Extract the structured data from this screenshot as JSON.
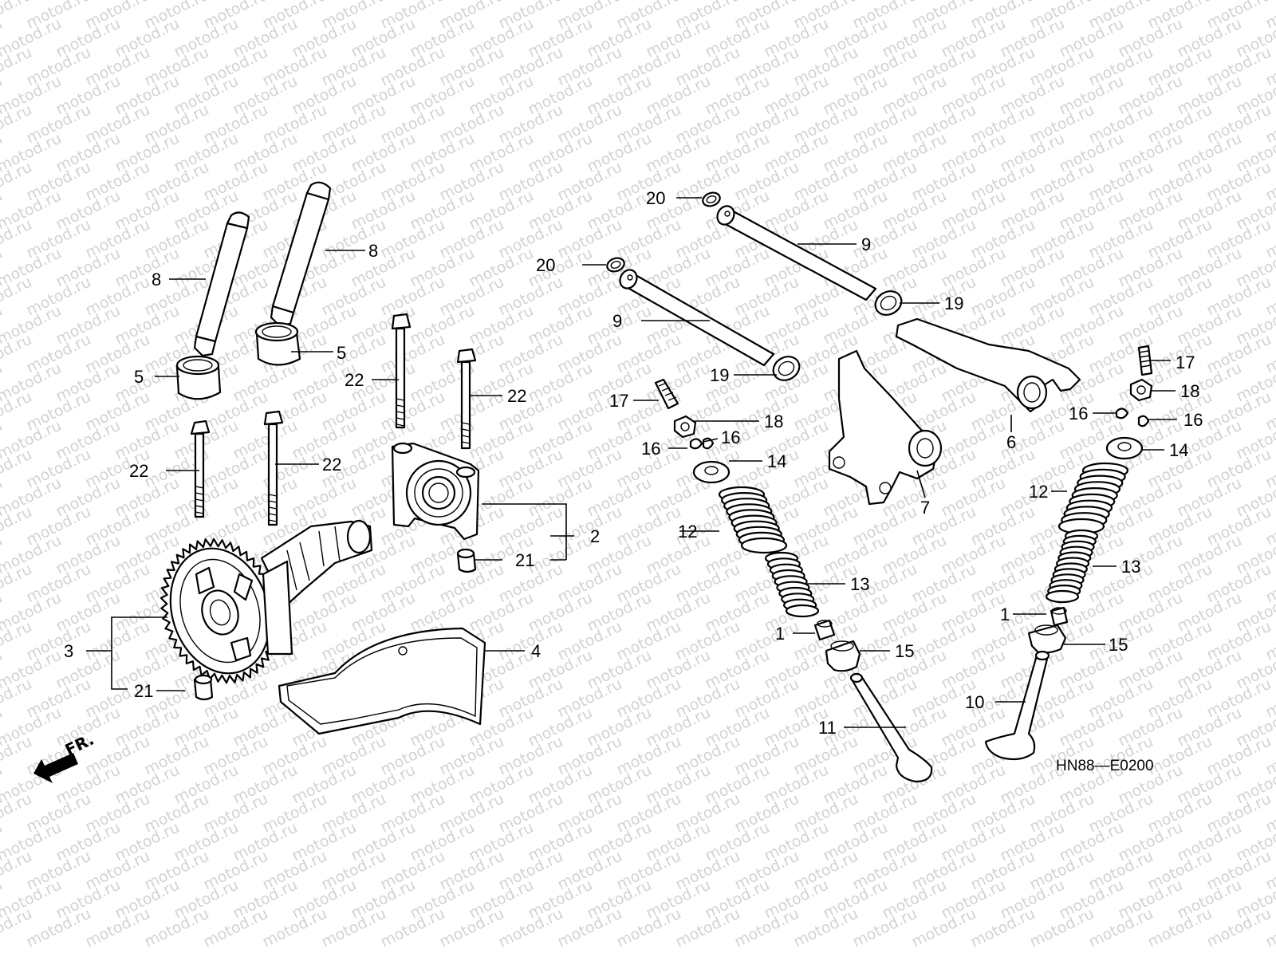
{
  "watermark": "motod.ru",
  "diagram_code": "HN88—E0200",
  "front_marker": "FR.",
  "callouts": {
    "c1a": "1",
    "c1b": "1",
    "c2": "2",
    "c3": "3",
    "c4": "4",
    "c5a": "5",
    "c5b": "5",
    "c6": "6",
    "c7": "7",
    "c8a": "8",
    "c8b": "8",
    "c9a": "9",
    "c9b": "9",
    "c10": "10",
    "c11": "11",
    "c12a": "12",
    "c12b": "12",
    "c13a": "13",
    "c13b": "13",
    "c14a": "14",
    "c14b": "14",
    "c15a": "15",
    "c15b": "15",
    "c16a": "16",
    "c16b": "16",
    "c16c": "16",
    "c16d": "16",
    "c17a": "17",
    "c17b": "17",
    "c18a": "18",
    "c18b": "18",
    "c19a": "19",
    "c19b": "19",
    "c20a": "20",
    "c20b": "20",
    "c21a": "21",
    "c21b": "21",
    "c22a": "22",
    "c22b": "22",
    "c22c": "22",
    "c22d": "22"
  }
}
